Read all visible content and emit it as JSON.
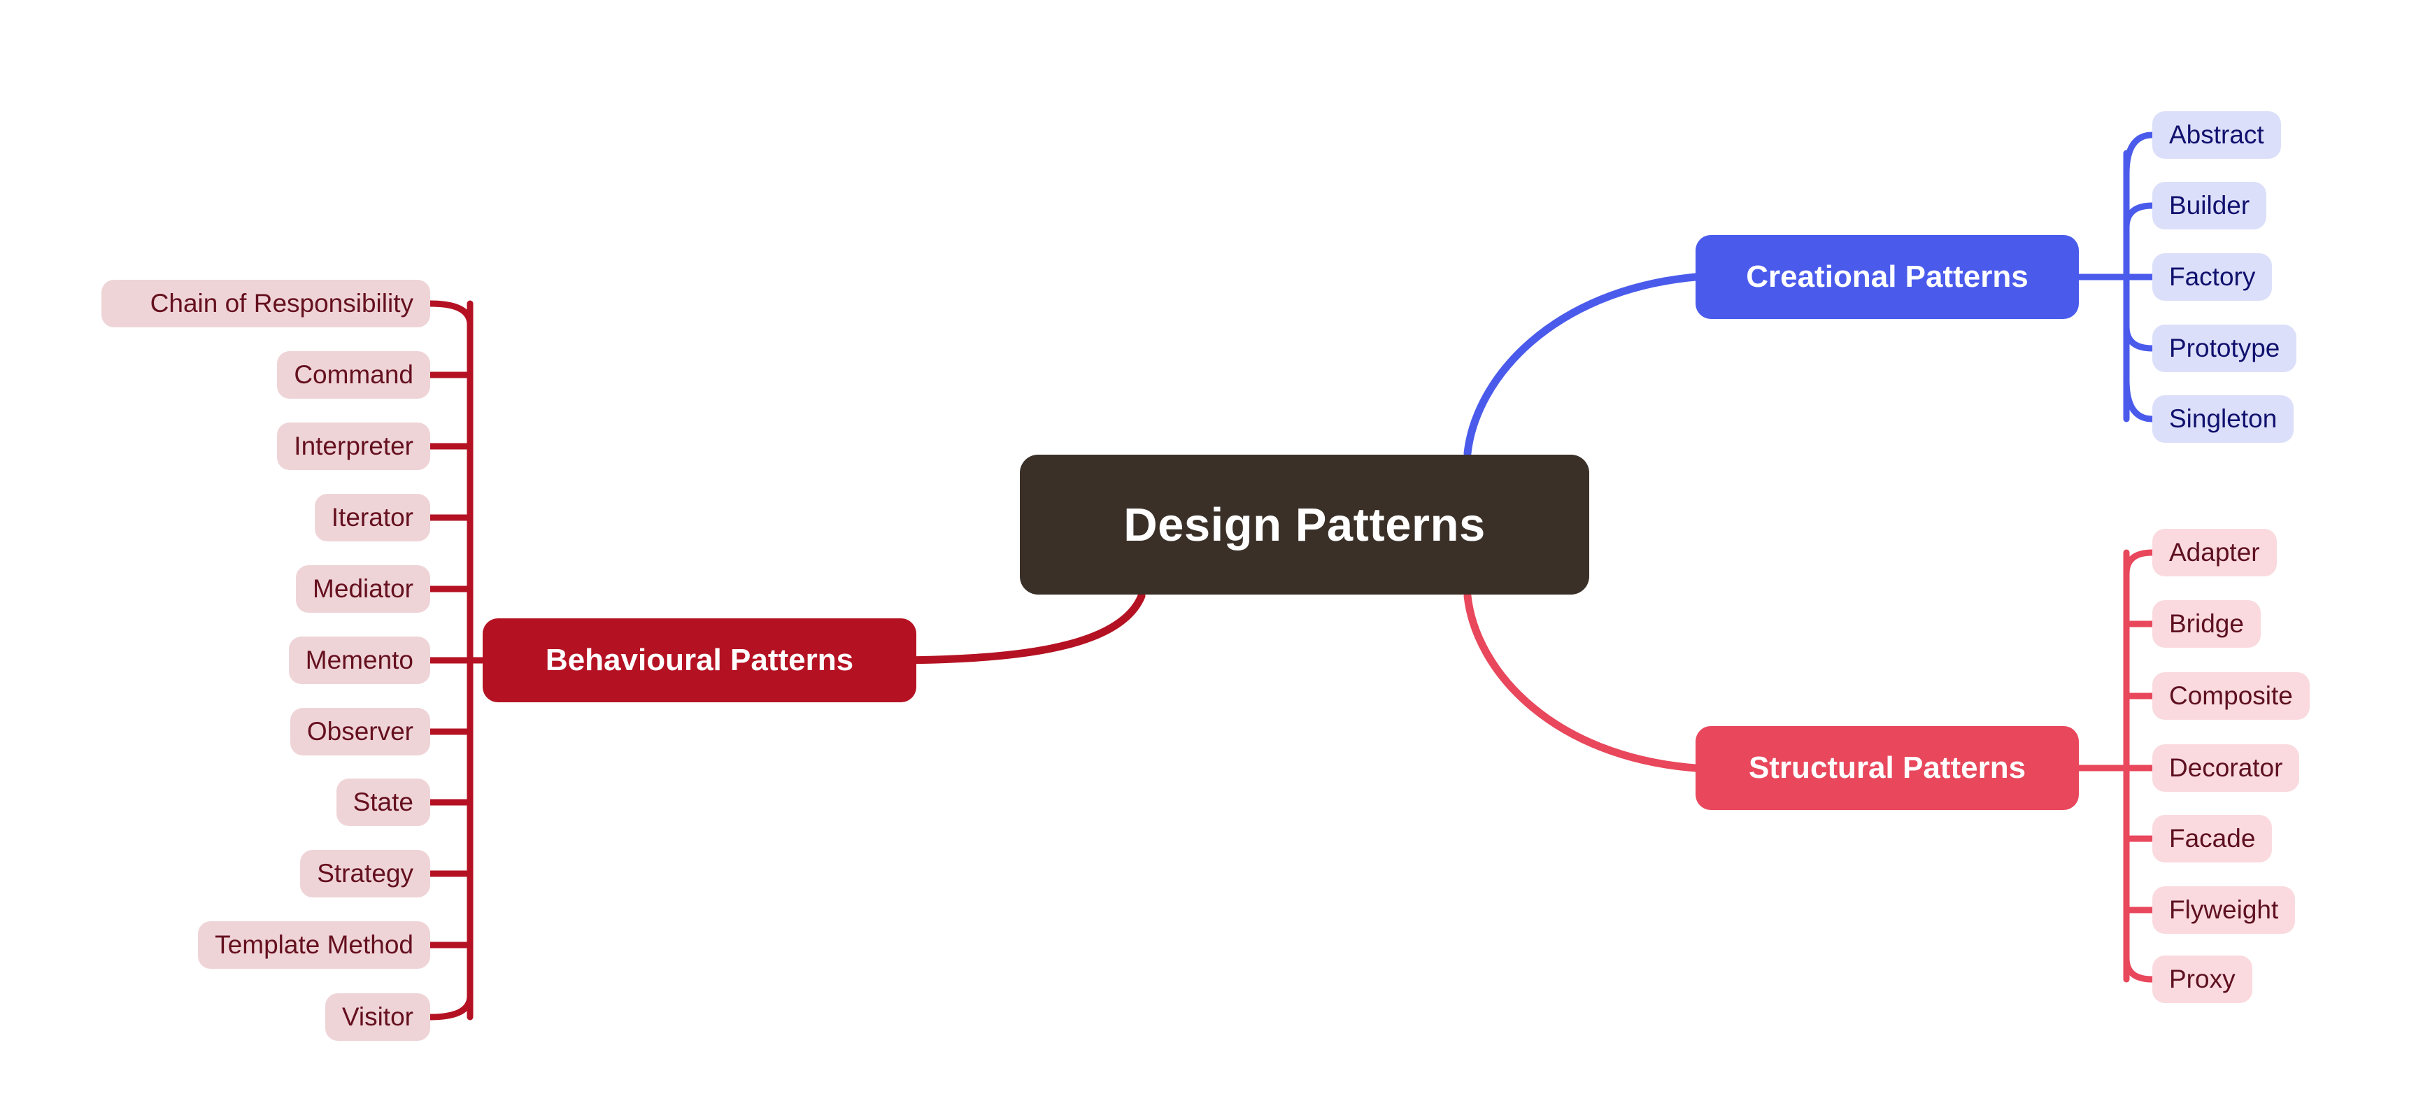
{
  "diagram": {
    "type": "mindmap",
    "title": "Design Patterns",
    "background_color": "#ffffff",
    "root": {
      "label": "Design Patterns",
      "color": "#3a3028",
      "text_color": "#ffffff"
    },
    "branches": [
      {
        "id": "creational",
        "label": "Creational Patterns",
        "color": "#4a5bec",
        "text_color": "#ffffff",
        "side": "right",
        "leaf_color": "#dcdff9",
        "leaf_text_color": "#10116e",
        "leaves": [
          {
            "label": "Abstract"
          },
          {
            "label": "Builder"
          },
          {
            "label": "Factory"
          },
          {
            "label": "Prototype"
          },
          {
            "label": "Singleton"
          }
        ]
      },
      {
        "id": "structural",
        "label": "Structural Patterns",
        "color": "#e8475c",
        "text_color": "#ffffff",
        "side": "right",
        "leaf_color": "#fadade",
        "leaf_text_color": "#5e1020",
        "leaves": [
          {
            "label": "Adapter"
          },
          {
            "label": "Bridge"
          },
          {
            "label": "Composite"
          },
          {
            "label": "Decorator"
          },
          {
            "label": "Facade"
          },
          {
            "label": "Flyweight"
          },
          {
            "label": "Proxy"
          }
        ]
      },
      {
        "id": "behavioural",
        "label": "Behavioural Patterns",
        "color": "#b41223",
        "text_color": "#ffffff",
        "side": "left",
        "leaf_color": "#efd4d7",
        "leaf_text_color": "#65101f",
        "leaves": [
          {
            "label": "Chain of Responsibility"
          },
          {
            "label": "Command"
          },
          {
            "label": "Interpreter"
          },
          {
            "label": "Iterator"
          },
          {
            "label": "Mediator"
          },
          {
            "label": "Memento"
          },
          {
            "label": "Observer"
          },
          {
            "label": "State"
          },
          {
            "label": "Strategy"
          },
          {
            "label": "Template Method"
          },
          {
            "label": "Visitor"
          }
        ]
      }
    ]
  }
}
